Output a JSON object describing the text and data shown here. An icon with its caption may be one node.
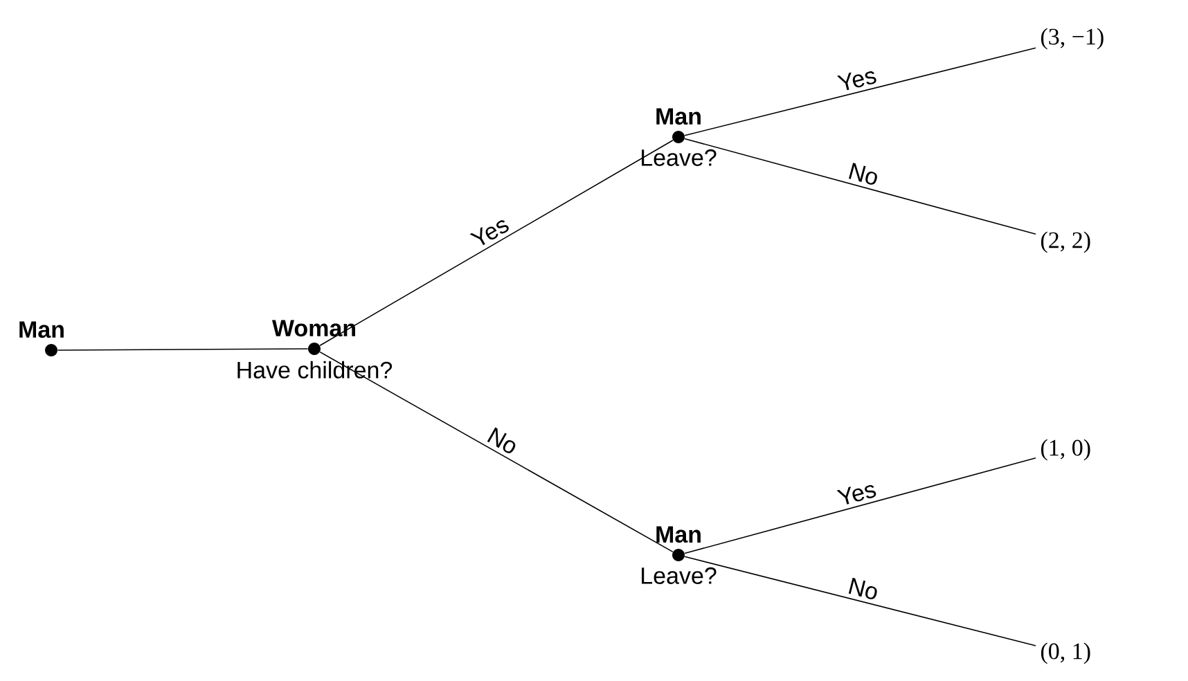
{
  "diagram": {
    "nodes": [
      {
        "text": [
          "Man"
        ]
      },
      {
        "text": [
          "Woman",
          "Have children?"
        ]
      },
      {
        "text": [
          "Man",
          "Leave?"
        ]
      },
      {
        "text": [
          "Man",
          "Leave?"
        ]
      },
      {
        "text": [
          "(3, −1)"
        ]
      },
      {
        "text": [
          "(2, 2)"
        ]
      },
      {
        "text": [
          "(1, 0)"
        ]
      },
      {
        "text": [
          "(0, 1)"
        ]
      }
    ],
    "edges": [
      {
        "from": 0,
        "to": 1,
        "arrow": "none"
      },
      {
        "from": 1,
        "to": 2,
        "arrow": "none",
        "label": "Yes"
      },
      {
        "from": 1,
        "to": 3,
        "arrow": "none",
        "label": "No"
      },
      {
        "from": 2,
        "to": 4,
        "arrow": "none",
        "label": "Yes"
      },
      {
        "from": 2,
        "to": 5,
        "arrow": "none",
        "label": "No"
      },
      {
        "from": 3,
        "to": 6,
        "arrow": "none",
        "label": "Yes"
      },
      {
        "from": 3,
        "to": 7,
        "arrow": "none",
        "label": "No"
      }
    ]
  }
}
